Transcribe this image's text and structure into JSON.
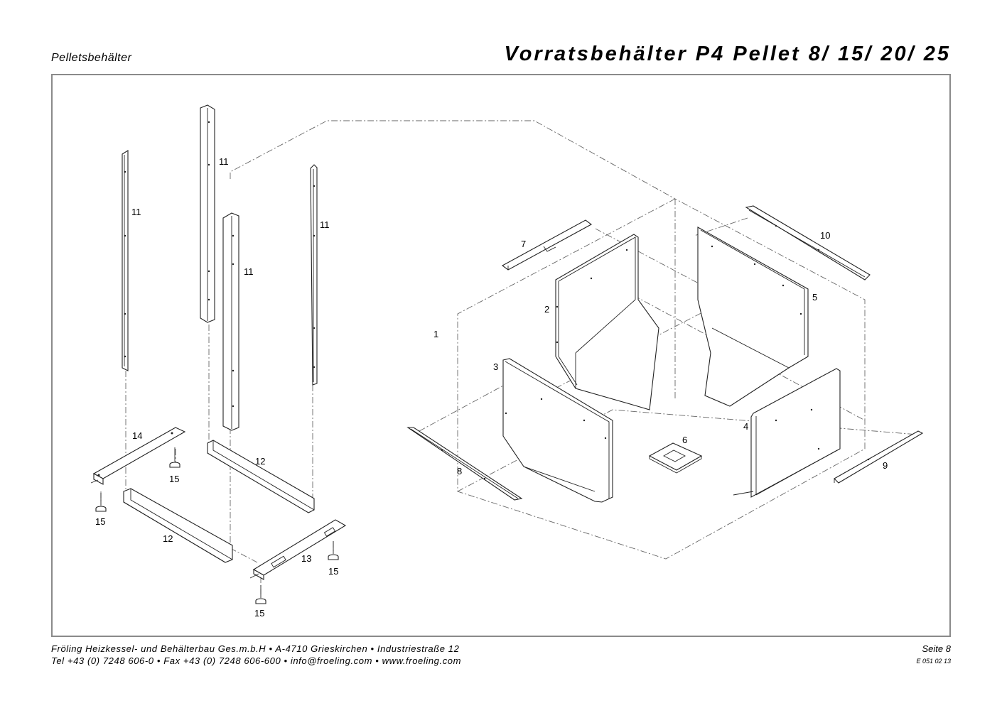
{
  "header": {
    "section": "Pelletsbehälter",
    "title": "Vorratsbehälter P4 Pellet 8/ 15/ 20/ 25"
  },
  "callouts": {
    "c1": "1",
    "c2": "2",
    "c3": "3",
    "c4": "4",
    "c5": "5",
    "c6": "6",
    "c7": "7",
    "c8": "8",
    "c9": "9",
    "c10": "10",
    "c11a": "11",
    "c11b": "11",
    "c11c": "11",
    "c11d": "11",
    "c12a": "12",
    "c12b": "12",
    "c13": "13",
    "c14": "14",
    "c15a": "15",
    "c15b": "15",
    "c15c": "15",
    "c15d": "15"
  },
  "footer": {
    "line1": "Fröling Heizkessel- und Behälterbau Ges.m.b.H   •   A-4710 Grieskirchen   •   Industriestraße 12",
    "line2": "Tel +43 (0) 7248 606-0   •   Fax +43 (0) 7248 606-600   •   info@froeling.com   •   www.froeling.com",
    "page": "Seite 8",
    "doc_number": "E 051 02 13"
  }
}
